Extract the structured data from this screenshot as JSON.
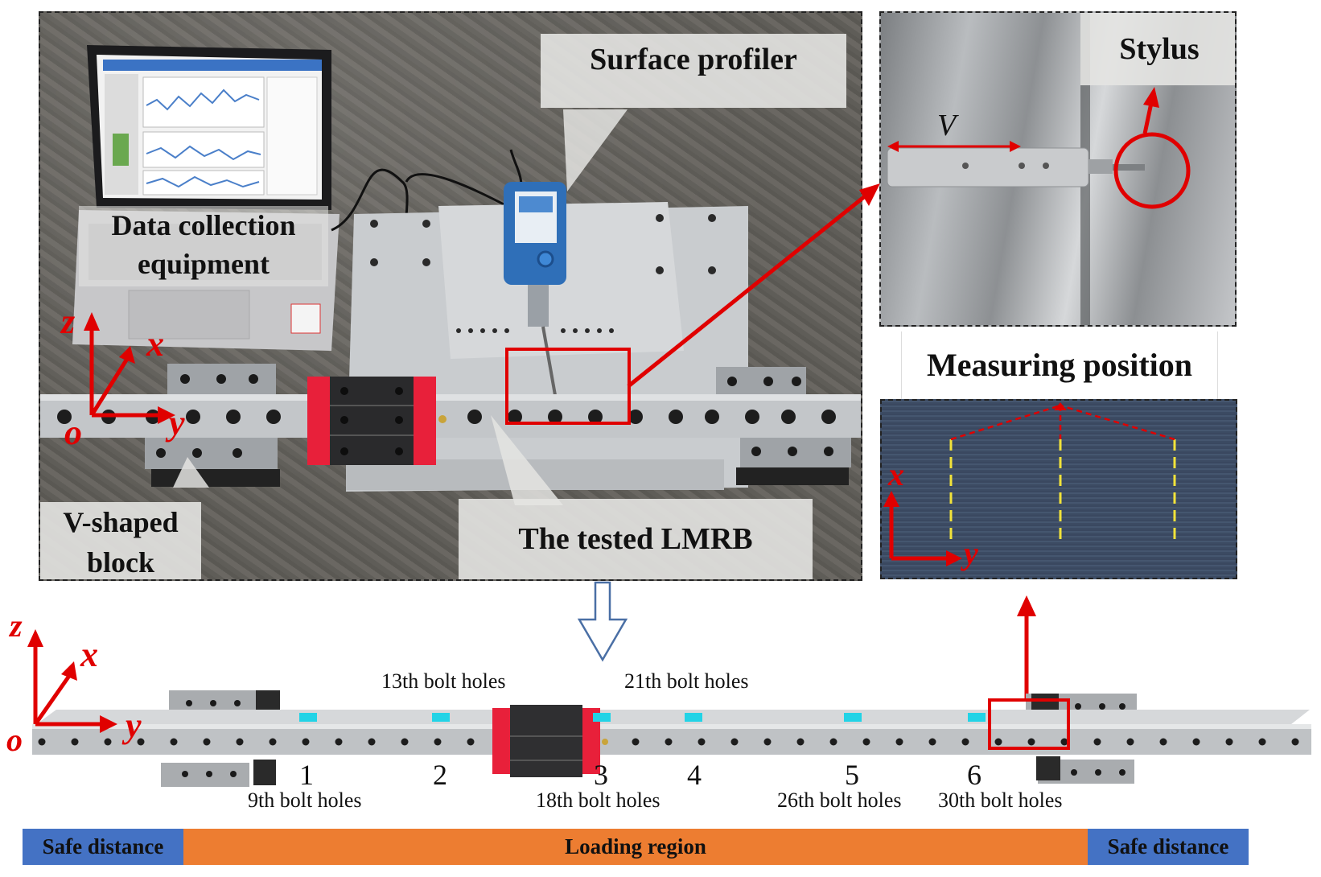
{
  "photo_labels": {
    "surface_profiler": "Surface profiler",
    "data_collection_line1": "Data collection",
    "data_collection_line2": "equipment",
    "v_block_line1": "V-shaped",
    "v_block_line2": "block",
    "tested_lmrb": "The tested LMRB",
    "stylus": "Stylus",
    "velocity": "V",
    "measuring_position": "Measuring position"
  },
  "axes": {
    "z": "z",
    "x": "x",
    "y": "y",
    "origin": "o"
  },
  "positions": [
    {
      "num": "1",
      "label": "9th bolt holes"
    },
    {
      "num": "2",
      "label": "13th bolt holes"
    },
    {
      "num": "3",
      "label": "18th bolt holes"
    },
    {
      "num": "4",
      "label": "21th bolt holes"
    },
    {
      "num": "5",
      "label": "26th bolt holes"
    },
    {
      "num": "6",
      "label": "30th bolt holes"
    }
  ],
  "regions": {
    "left": "Safe distance",
    "middle": "Loading region",
    "right": "Safe distance"
  },
  "colors": {
    "arrow_red": "#e00000",
    "safe_blue": "#4472c4",
    "loading_orange": "#ed7d31",
    "marker_cyan": "#22d3e6",
    "block_red": "#e8203a",
    "dash_yellow": "#f2e33a"
  }
}
